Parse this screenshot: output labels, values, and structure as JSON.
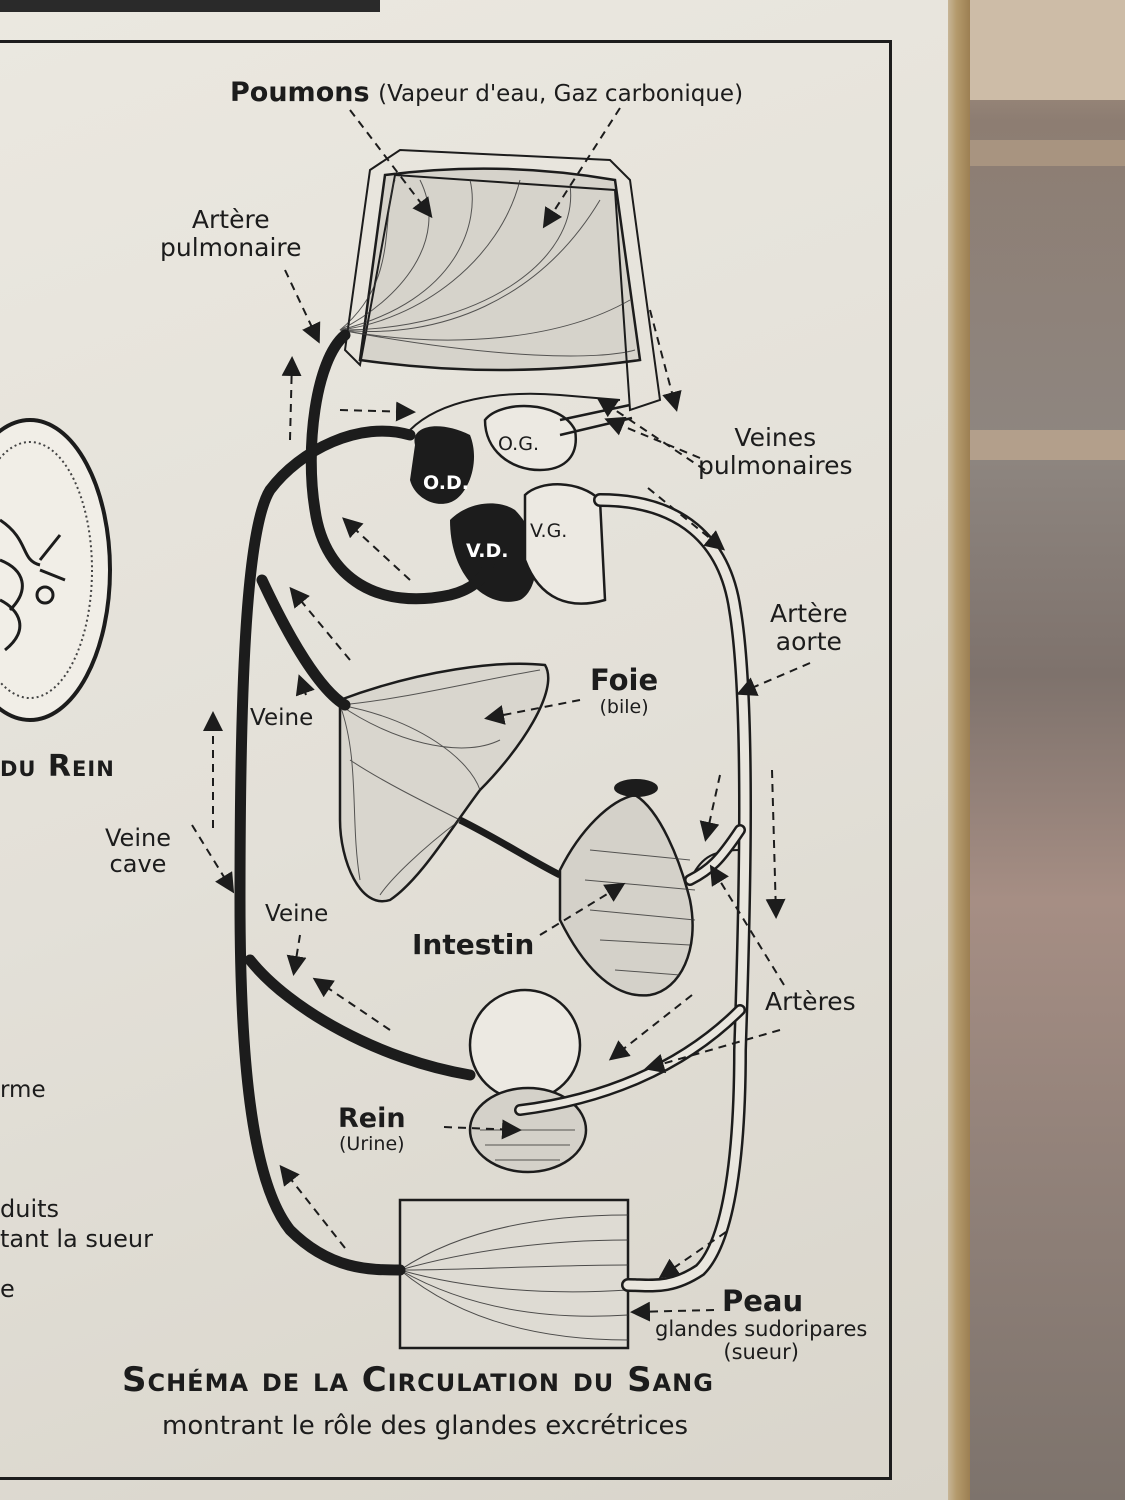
{
  "diagram": {
    "title": "Schéma de la Circulation du Sang",
    "subtitle": "montrant le rôle des glandes excrétrices",
    "organs": {
      "lungs": {
        "name": "Poumons",
        "detail": "(Vapeur d'eau, Gaz carbonique)"
      },
      "liver": {
        "name": "Foie",
        "detail": "(bile)"
      },
      "intestine": {
        "name": "Intestin"
      },
      "kidney": {
        "name": "Rein",
        "detail": "(Urine)"
      },
      "skin": {
        "name": "Peau",
        "detail_line1": "glandes sudoripares",
        "detail_line2": "(sueur)"
      }
    },
    "vessels": {
      "pulmonary_artery_1": "Artère",
      "pulmonary_artery_2": "pulmonaire",
      "pulmonary_veins_1": "Veines",
      "pulmonary_veins_2": "pulmonaires",
      "aorta_1": "Artère",
      "aorta_2": "aorte",
      "vena_cava_1": "Veine",
      "vena_cava_2": "cave",
      "vein_upper": "Veine",
      "vein_lower": "Veine",
      "arteries": "Artères"
    },
    "heart_chambers": {
      "right_atrium": "O.D.",
      "right_ventricle": "V.D.",
      "left_atrium": "O.G.",
      "left_ventricle": "V.G."
    },
    "left_panel": {
      "kidney_title": "du Rein",
      "fragment_1": "rme",
      "fragment_2": "duits",
      "fragment_3": "tant la sueur",
      "fragment_4": "e"
    }
  },
  "colors": {
    "ink": "#1c1c1c",
    "paper": "#e6e3db",
    "wall": "#8e8680",
    "poster_edge": "#b49a6c"
  }
}
